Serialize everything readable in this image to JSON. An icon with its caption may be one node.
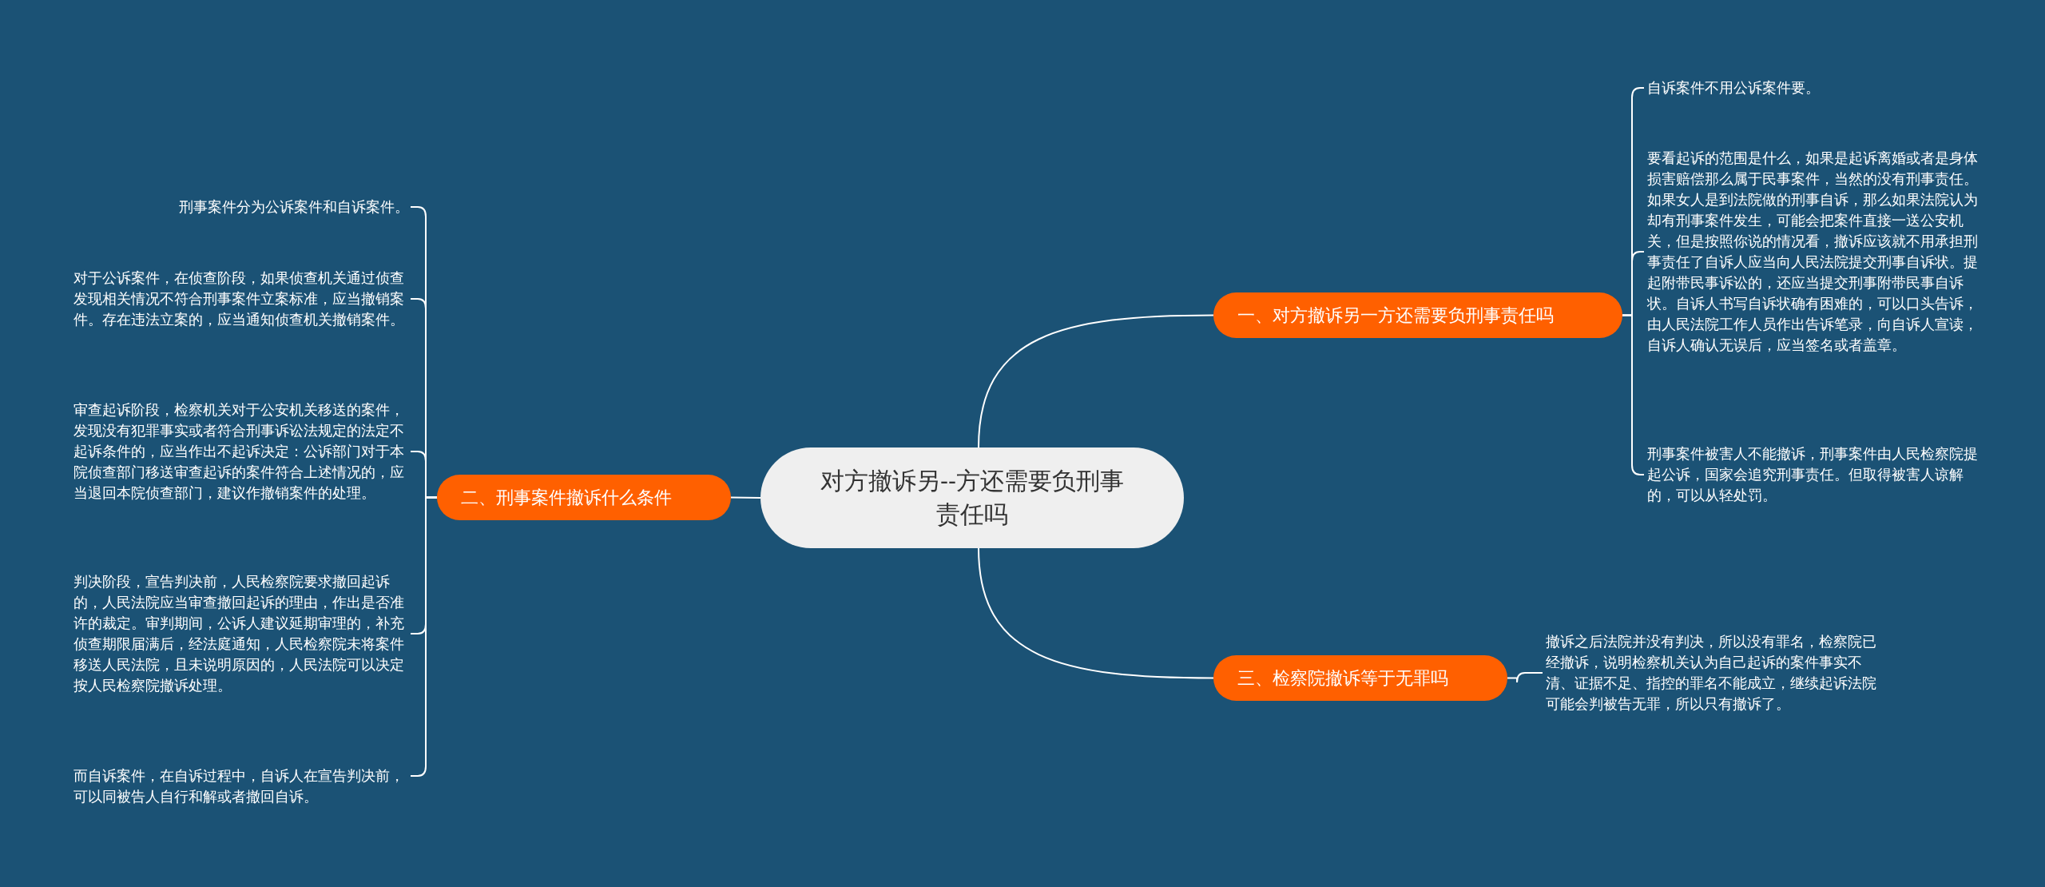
{
  "diagram": {
    "nodes": [
      {
        "text": [
          "对方撤诉另--方还需要负刑事责任吗"
        ]
      },
      {
        "text": [
          "一、对方撤诉另一方还需要负刑事责任吗"
        ]
      },
      {
        "text": [
          "自诉案件不用公诉案件要。"
        ]
      },
      {
        "text": [
          "要看起诉的范围是什么，如果是起诉离婚或者是身体损害赔偿那么属于民事案件，当然的没有刑事责任。如果女人是到法院做的刑事自诉，那么如果法院认为却有刑事案件发生，可能会把案件直接一送公安机关，但是按照你说的情况看，撤诉应该就不用承担刑事责任了自诉人应当向人民法院提交刑事自诉状。提起附带民事诉讼的，还应当提交刑事附带民事自诉状。自诉人书写自诉状确有困难的，可以口头告诉，由人民法院工作人员作出告诉笔录，向自诉人宣读，自诉人确认无误后，应当签名或者盖章。"
        ]
      },
      {
        "text": [
          "刑事案件被害人不能撤诉，刑事案件由人民检察院提起公诉，国家会追究刑事责任。但取得被害人谅解的，可以从轻处罚。"
        ]
      },
      {
        "text": [
          "二、刑事案件撤诉什么条件"
        ]
      },
      {
        "text": [
          "刑事案件分为公诉案件和自诉案件。"
        ]
      },
      {
        "text": [
          "对于公诉案件，在侦查阶段，如果侦查机关通过侦查发现相关情况不符合刑事案件立案标准，应当撤销案件。存在违法立案的，应当通知侦查机关撤销案件。"
        ]
      },
      {
        "text": [
          "审查起诉阶段，检察机关对于公安机关移送的案件，发现没有犯罪事实或者符合刑事诉讼法规定的法定不起诉条件的，应当作出不起诉决定：公诉部门对于本院侦查部门移送审查起诉的案件符合上述情况的，应当退回本院侦查部门，建议作撤销案件的处理。"
        ]
      },
      {
        "text": [
          "判决阶段，宣告判决前，人民检察院要求撤回起诉的，人民法院应当审查撤回起诉的理由，作出是否准许的裁定。审判期间，公诉人建议延期审理的，补充侦查期限届满后，经法庭通知，人民检察院未将案件移送人民法院，且未说明原因的，人民法院可以决定按人民检察院撤诉处理。"
        ]
      },
      {
        "text": [
          "而自诉案件，在自诉过程中，自诉人在宣告判决前，可以同被告人自行和解或者撤回自诉。"
        ]
      },
      {
        "text": [
          "三、检察院撤诉等于无罪吗"
        ]
      },
      {
        "text": [
          "撤诉之后法院并没有判决，所以没有罪名，检察院已经撤诉，说明检察机关认为自己起诉的案件事实不清、证据不足、指控的罪名不能成立，继续起诉法院可能会判被告无罪，所以只有撤诉了。"
        ]
      }
    ],
    "edges": [
      {
        "from": 0,
        "to": 1,
        "arrow": "none"
      },
      {
        "from": 1,
        "to": 2,
        "arrow": "none"
      },
      {
        "from": 1,
        "to": 3,
        "arrow": "none"
      },
      {
        "from": 1,
        "to": 4,
        "arrow": "none"
      },
      {
        "from": 0,
        "to": 5,
        "arrow": "none"
      },
      {
        "from": 5,
        "to": 6,
        "arrow": "none"
      },
      {
        "from": 5,
        "to": 7,
        "arrow": "none"
      },
      {
        "from": 5,
        "to": 8,
        "arrow": "none"
      },
      {
        "from": 5,
        "to": 9,
        "arrow": "none"
      },
      {
        "from": 5,
        "to": 10,
        "arrow": "none"
      },
      {
        "from": 0,
        "to": 11,
        "arrow": "none"
      },
      {
        "from": 11,
        "to": 12,
        "arrow": "none"
      }
    ]
  }
}
